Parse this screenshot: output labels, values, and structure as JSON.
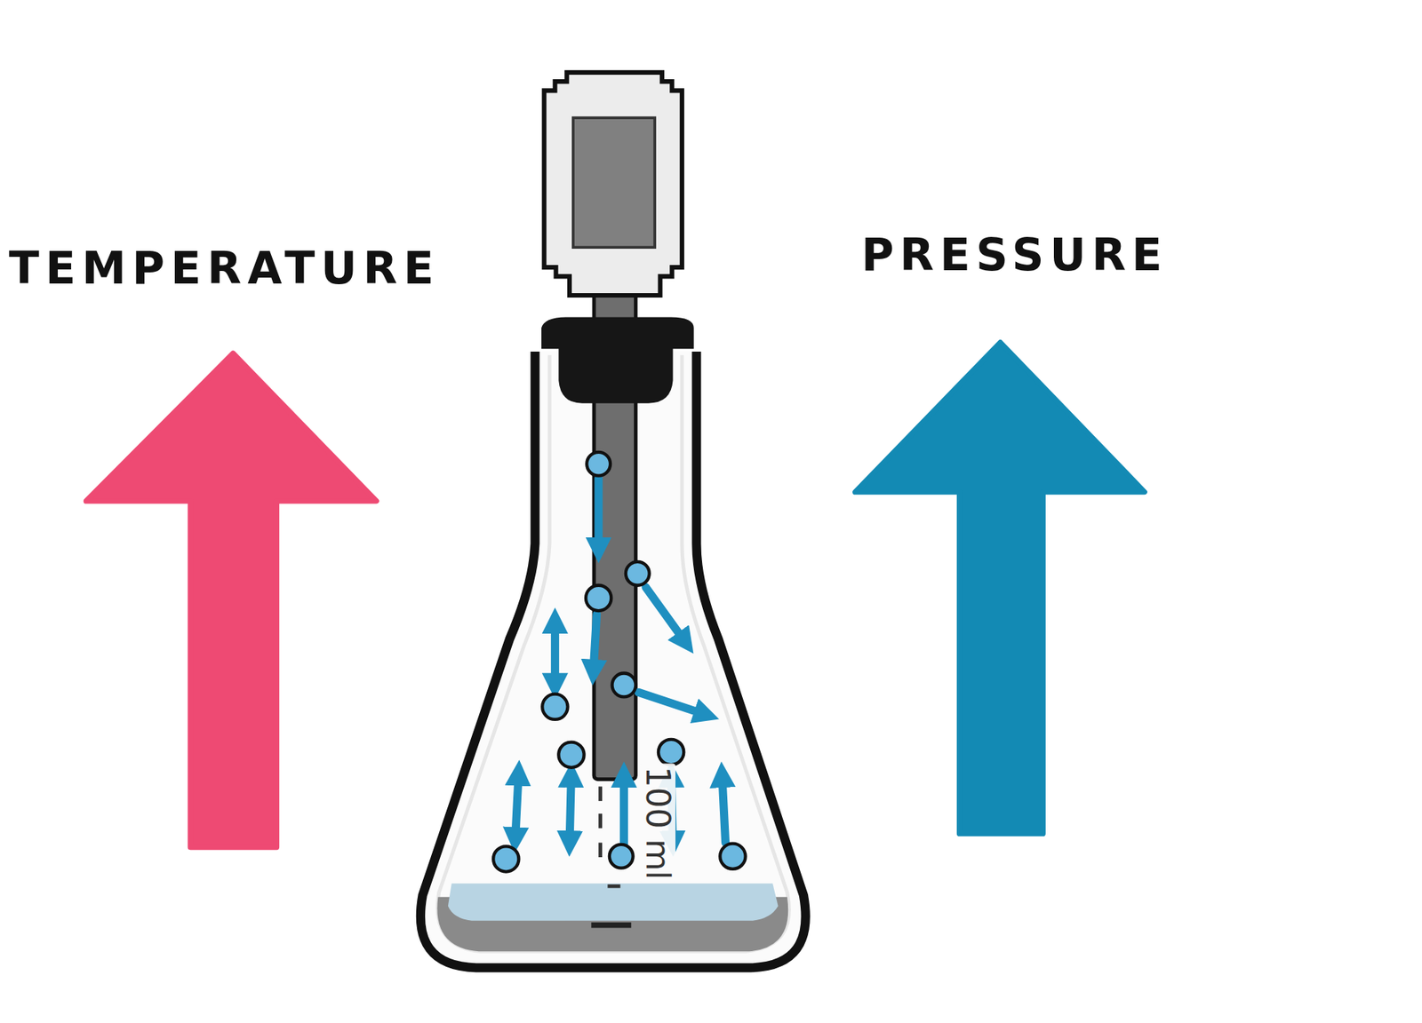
{
  "diagram": {
    "labels": [
      "TEMPERATURE",
      "PRESSURE",
      "100 ml"
    ]
  }
}
